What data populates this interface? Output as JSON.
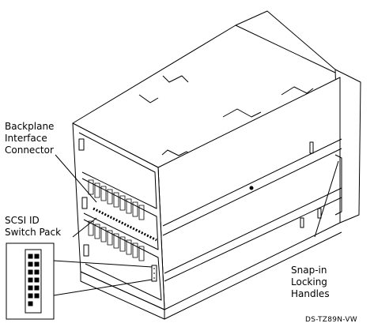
{
  "labels": {
    "backplane": [
      "Backplane",
      "Interface",
      "Connector"
    ],
    "scsi": [
      "SCSI ID",
      "Switch Pack"
    ],
    "snap": [
      "Snap-in",
      "Locking",
      "Handles"
    ],
    "figure_code": "DS-TZ89N-VW"
  },
  "icons": [
    "scsi-switch-pack-inset-icon",
    "drive-enclosure-illustration"
  ],
  "colors": {
    "line": "#000000",
    "background": "#ffffff"
  }
}
